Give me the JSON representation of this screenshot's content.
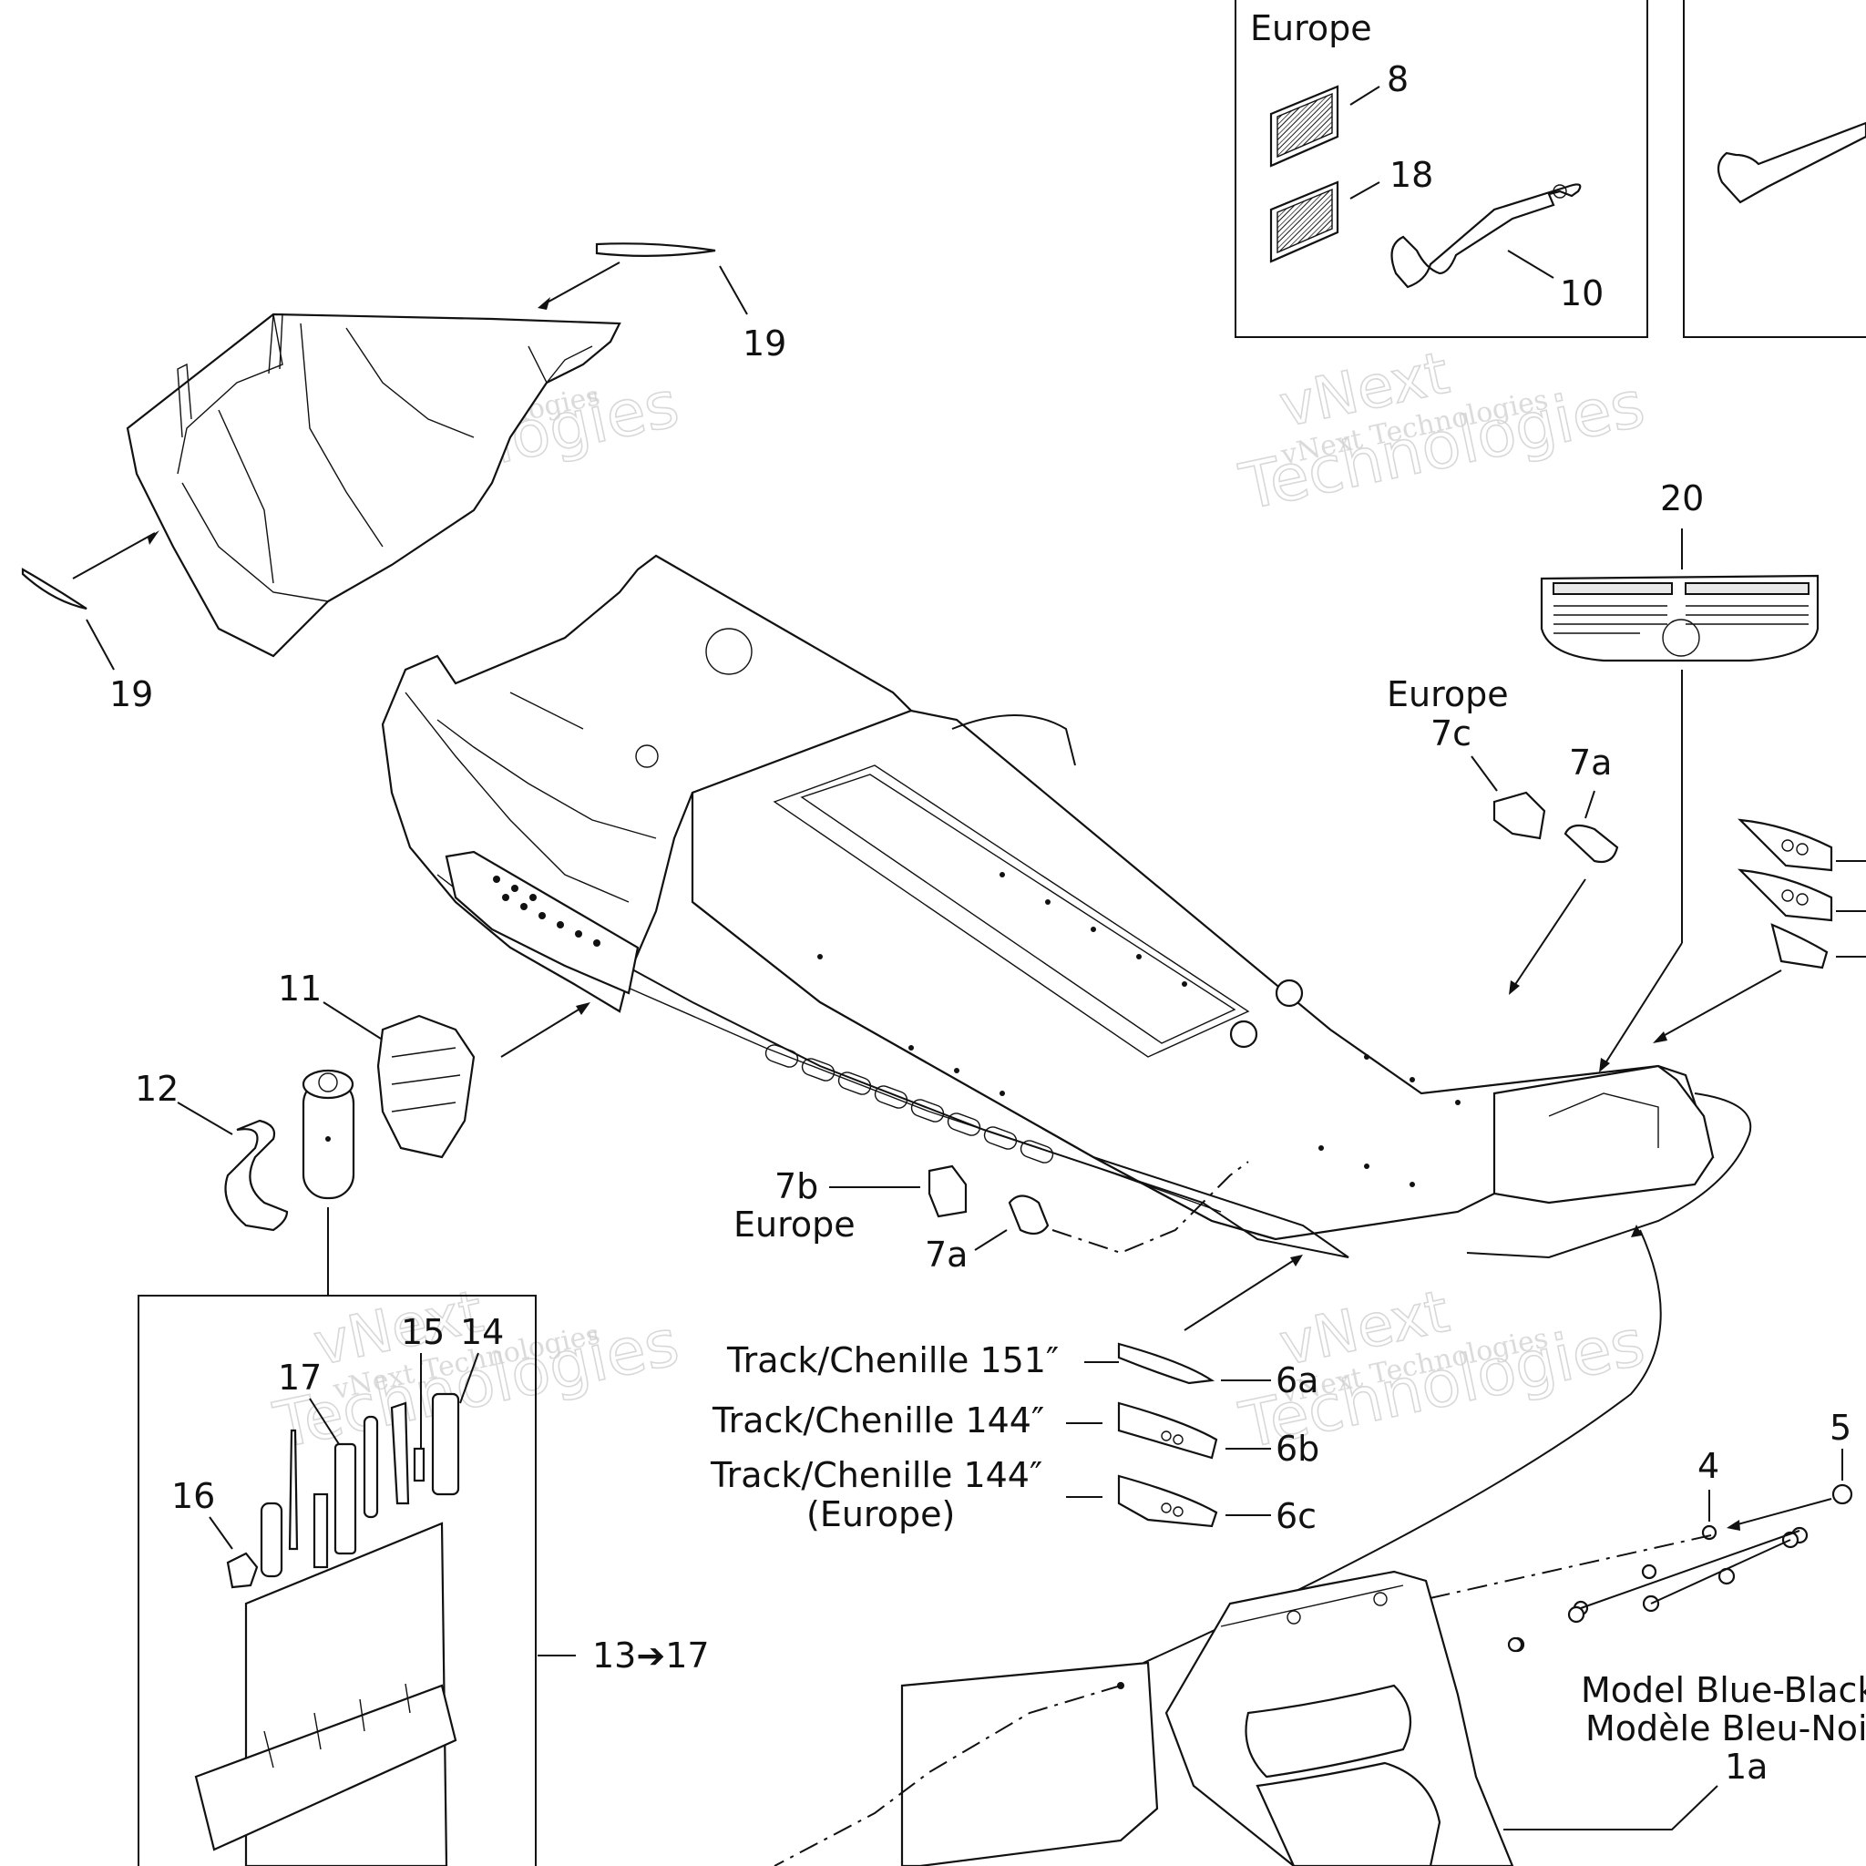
{
  "labels": {
    "europe_box": "Europe",
    "n8": "8",
    "n18": "18",
    "n10": "10",
    "n19_top": "19",
    "n19_left": "19",
    "n20": "20",
    "europe_7c": "Europe",
    "n7c": "7c",
    "n7a_top": "7a",
    "n11": "11",
    "n12": "12",
    "n7b": "7b",
    "europe_7b": "Europe",
    "n7a_bottom": "7a",
    "n15": "15",
    "n14": "14",
    "n17": "17",
    "n16": "16",
    "n13_17": "13➔17",
    "track_151": "Track/Chenille 151″",
    "track_144": "Track/Chenille 144″",
    "track_144_eu_1": "Track/Chenille 144″",
    "track_144_eu_2": "(Europe)",
    "n6a": "6a",
    "n6b": "6b",
    "n6c": "6c",
    "n4": "4",
    "n5": "5",
    "model_en": "Model Blue-Black",
    "model_fr": "Modèle Bleu-Noir",
    "n1a": "1a"
  },
  "watermark": {
    "line1": "vNext",
    "line2": "Technologies",
    "small": "vNext Technologies"
  },
  "colors": {
    "ink": "#111111",
    "watermark": "#cfcfcf",
    "background": "#ffffff"
  }
}
